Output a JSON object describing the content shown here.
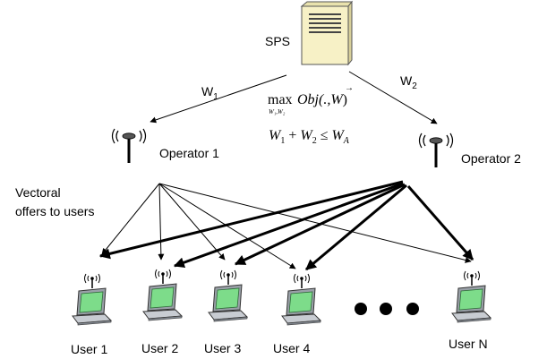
{
  "server": {
    "label": "SPS",
    "icon": "server-tower-icon"
  },
  "weights": {
    "w1_base": "W",
    "w1_sub": "1",
    "w2_base": "W",
    "w2_sub": "2"
  },
  "formula": {
    "line1_max": "max",
    "line1_max_sub": "W₁,W₂",
    "line1_func": "Obj(.,",
    "line1_vec": "W",
    "line1_vec_accent": "→",
    "line1_close": ")",
    "line2_w": "W",
    "line2_s1": "1",
    "line2_plus": " + ",
    "line2_s2": "2",
    "line2_le": " ≤ ",
    "line2_sA": "A"
  },
  "operators": [
    {
      "label": "Operator 1",
      "icon": "antenna-icon"
    },
    {
      "label": "Operator 2",
      "icon": "antenna-icon"
    }
  ],
  "annotation": {
    "line1": "Vectoral",
    "line2": "offers to users"
  },
  "users": [
    {
      "label": "User 1",
      "icon": "wireless-laptop-icon"
    },
    {
      "label": "User 2",
      "icon": "wireless-laptop-icon"
    },
    {
      "label": "User 3",
      "icon": "wireless-laptop-icon"
    },
    {
      "label": "User 4",
      "icon": "wireless-laptop-icon"
    },
    {
      "label": "User N",
      "icon": "wireless-laptop-icon"
    }
  ],
  "colors": {
    "laptop_screen": "#7ddc8a",
    "laptop_body": "#c8ccd2",
    "server_body": "#f7f1c6",
    "line": "#000000"
  }
}
